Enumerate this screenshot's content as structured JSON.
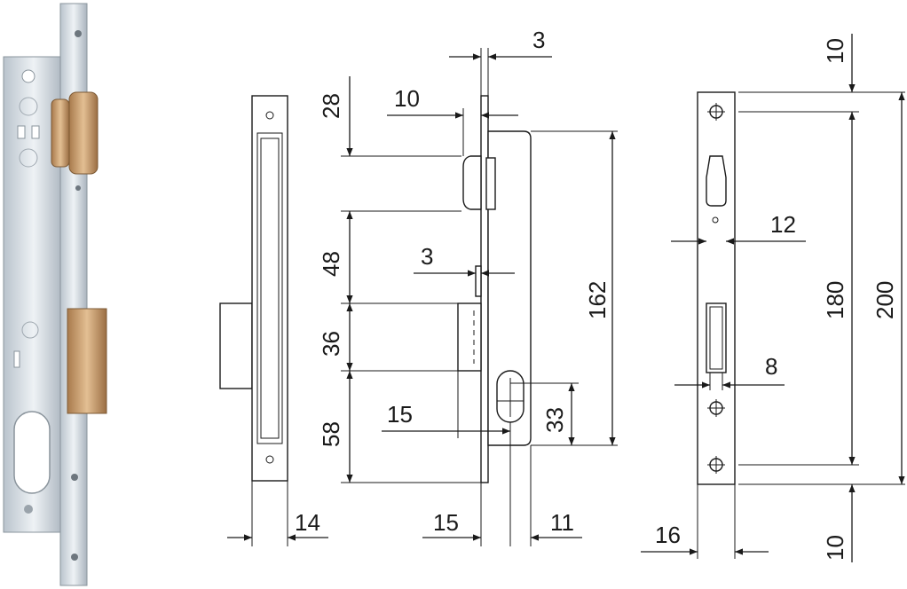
{
  "dimensions": {
    "d3_top": "3",
    "d10_bolt": "10",
    "d28": "28",
    "d48": "48",
    "d3_mid": "3",
    "d36": "36",
    "d58": "58",
    "d15_mid": "15",
    "d162": "162",
    "d33": "33",
    "d15_bottom": "15",
    "d11": "11",
    "d14": "14",
    "d10_top_right": "10",
    "d12": "12",
    "d180": "180",
    "d200": "200",
    "d8": "8",
    "d16": "16",
    "d10_bottom_right": "10"
  },
  "colors": {
    "line": "#1a1a1a",
    "background": "#ffffff",
    "brass": "#c69a6a",
    "steel": "#d6dde4"
  }
}
